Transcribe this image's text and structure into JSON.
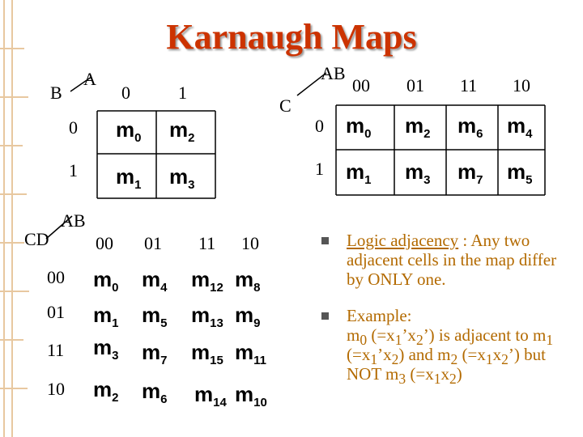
{
  "title": "Karnaugh Maps",
  "map2": {
    "row_var": "B",
    "col_var": "A",
    "col_headers": [
      "0",
      "1"
    ],
    "row_headers": [
      "0",
      "1"
    ],
    "cells": [
      [
        "m0",
        "m2"
      ],
      [
        "m1",
        "m3"
      ]
    ]
  },
  "map3": {
    "col_var": "AB",
    "row_var": "C",
    "col_headers": [
      "00",
      "01",
      "11",
      "10"
    ],
    "row_headers": [
      "0",
      "1"
    ],
    "cells": [
      [
        "m0",
        "m2",
        "m6",
        "m4"
      ],
      [
        "m1",
        "m3",
        "m7",
        "m5"
      ]
    ]
  },
  "map4": {
    "col_var": "AB",
    "row_var": "CD",
    "col_headers": [
      "00",
      "01",
      "11",
      "10"
    ],
    "row_headers": [
      "00",
      "01",
      "11",
      "10"
    ],
    "cells": [
      [
        "m0",
        "m4",
        "m12",
        "m8"
      ],
      [
        "m1",
        "m5",
        "m13",
        "m9"
      ],
      [
        "m3",
        "m7",
        "m15",
        "m11"
      ],
      [
        "m2",
        "m6",
        "m14",
        "m10"
      ]
    ]
  },
  "bullets": {
    "b1_term": "Logic adjacency",
    "b1_rest": " : Any two adjacent cells in the map differ by ONLY one.",
    "b2_line1": "Example:",
    "b2_line2": "m0 (=x1’x2’) is adjacent to m1",
    "b2_line3": "(=x1’x2) and m2 (=x1x2’) but",
    "b2_line4": "NOT m3 (=x1x2)"
  }
}
